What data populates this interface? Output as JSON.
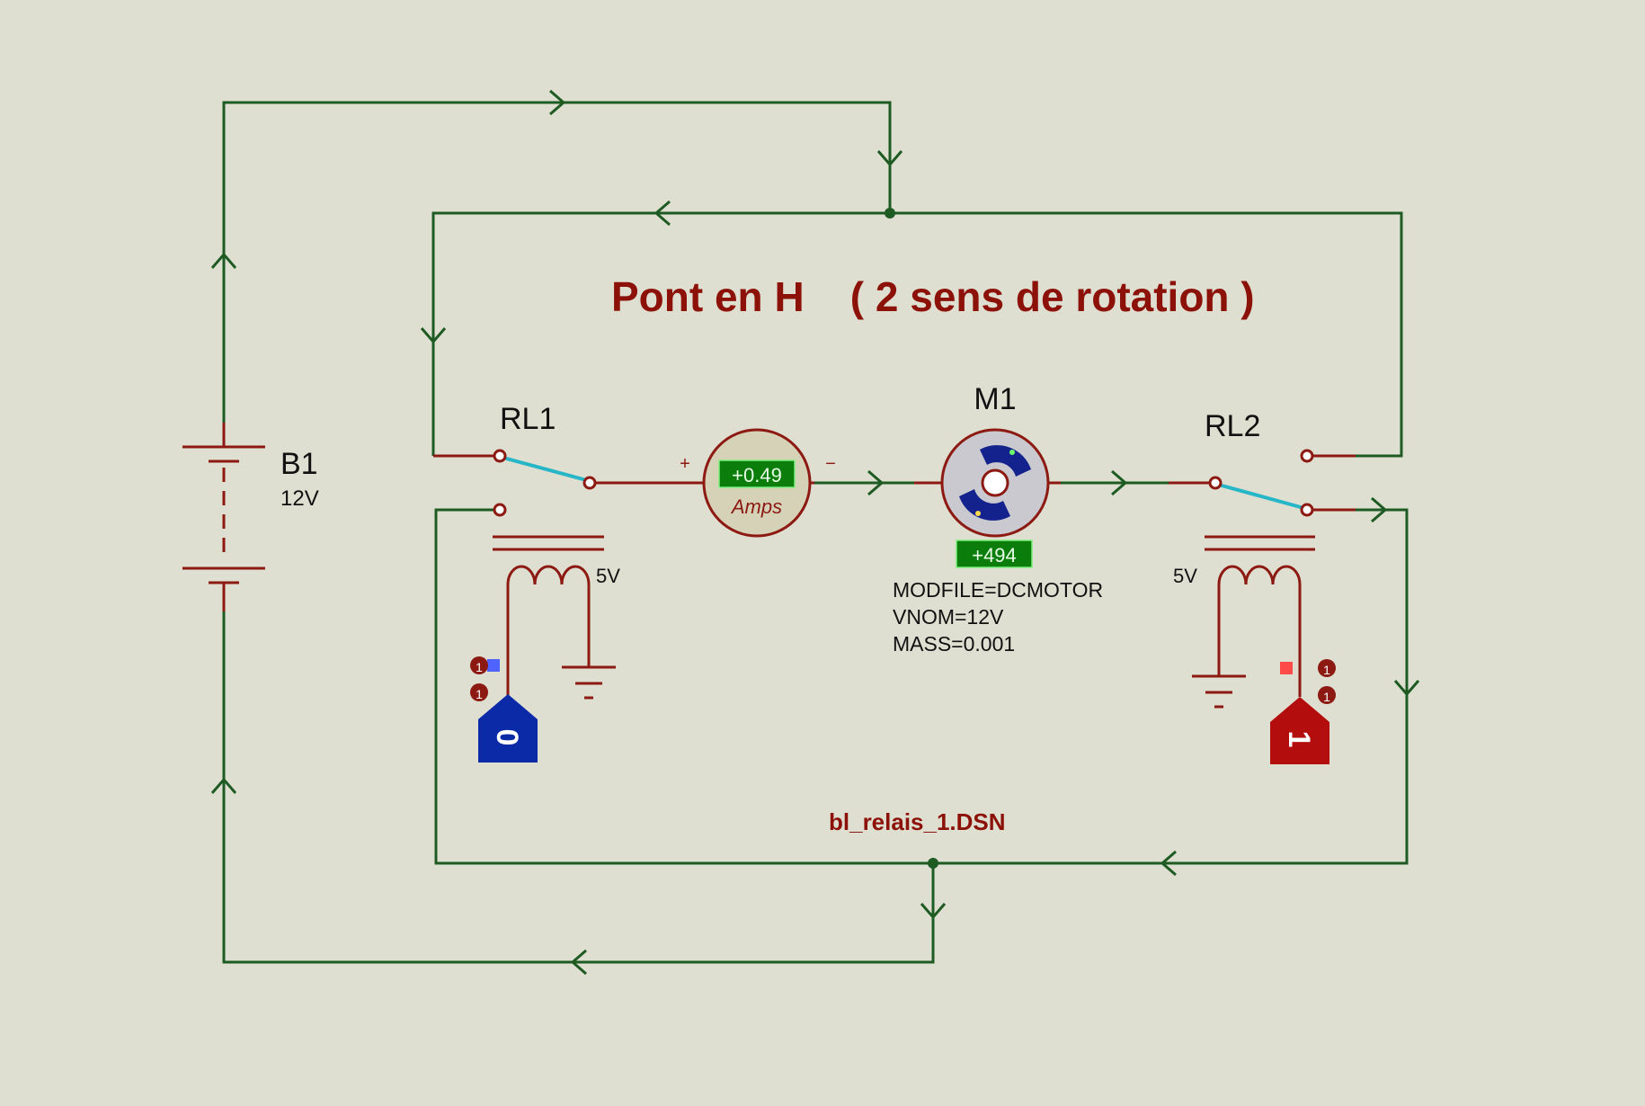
{
  "title": "Pont en H    ( 2 sens de rotation )",
  "filename": "bl_relais_1.DSN",
  "battery": {
    "ref": "B1",
    "value": "12V"
  },
  "relay1": {
    "ref": "RL1",
    "coil_voltage": "5V"
  },
  "relay2": {
    "ref": "RL2",
    "coil_voltage": "5V"
  },
  "ammeter": {
    "reading": "+0.49",
    "unit": "Amps",
    "plus": "+",
    "minus": "−"
  },
  "motor": {
    "ref": "M1",
    "reading": "+494",
    "props": [
      "MODFILE=DCMOTOR",
      "VNOM=12V",
      "MASS=0.001"
    ]
  },
  "logic_state_1": {
    "value": "0",
    "pin_top": "1",
    "pin_bottom": "1",
    "color": "#0a2aa8"
  },
  "logic_state_2": {
    "value": "1",
    "pin_top": "1",
    "pin_bottom": "1",
    "color": "#b30d0d"
  },
  "colors": {
    "background": "#dfdfd1",
    "wire": "#1e5b22",
    "component": "#8c1a12",
    "title": "#8b1109",
    "display_bg": "#0b7d0b",
    "display_text": "#e8ffe8",
    "switch_arm": "#26b6c7"
  }
}
